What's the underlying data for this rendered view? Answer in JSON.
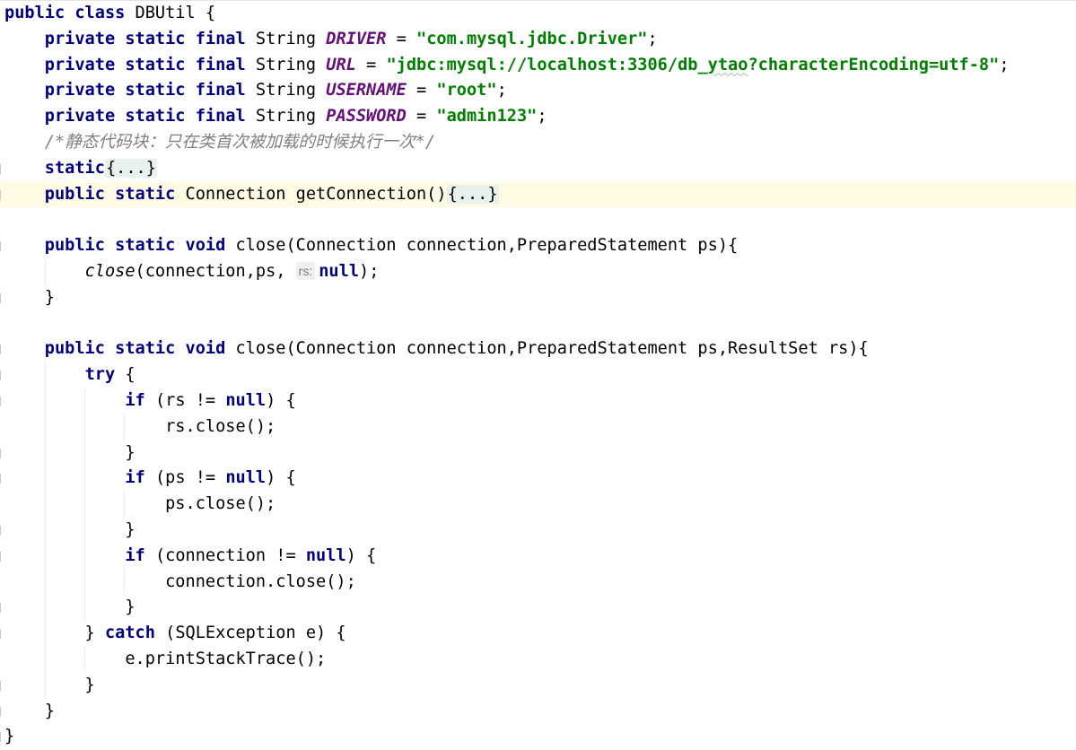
{
  "editor": {
    "lines": [
      {
        "segments": [
          {
            "t": "public class ",
            "c": "kw"
          },
          {
            "t": "DBUtil {",
            "c": ""
          }
        ]
      },
      {
        "segments": [
          {
            "t": "    ",
            "c": ""
          },
          {
            "t": "private static final ",
            "c": "kw"
          },
          {
            "t": "String ",
            "c": ""
          },
          {
            "t": "DRIVER",
            "c": "const"
          },
          {
            "t": " = ",
            "c": ""
          },
          {
            "t": "\"com.mysql.jdbc.Driver\"",
            "c": "str"
          },
          {
            "t": ";",
            "c": ""
          }
        ]
      },
      {
        "segments": [
          {
            "t": "    ",
            "c": ""
          },
          {
            "t": "private static final ",
            "c": "kw"
          },
          {
            "t": "String ",
            "c": ""
          },
          {
            "t": "URL",
            "c": "const"
          },
          {
            "t": " = ",
            "c": ""
          },
          {
            "t": "\"jdbc:mysql://localhost:3306/db_",
            "c": "str"
          },
          {
            "t": "ytao",
            "c": "str squiggle"
          },
          {
            "t": "?characterEncoding=utf-8\"",
            "c": "str"
          },
          {
            "t": ";",
            "c": ""
          }
        ]
      },
      {
        "segments": [
          {
            "t": "    ",
            "c": ""
          },
          {
            "t": "private static final ",
            "c": "kw"
          },
          {
            "t": "String ",
            "c": ""
          },
          {
            "t": "USERNAME",
            "c": "const"
          },
          {
            "t": " = ",
            "c": ""
          },
          {
            "t": "\"root\"",
            "c": "str"
          },
          {
            "t": ";",
            "c": ""
          }
        ]
      },
      {
        "segments": [
          {
            "t": "    ",
            "c": ""
          },
          {
            "t": "private static final ",
            "c": "kw"
          },
          {
            "t": "String ",
            "c": ""
          },
          {
            "t": "PASSWORD",
            "c": "const"
          },
          {
            "t": " = ",
            "c": ""
          },
          {
            "t": "\"admin123\"",
            "c": "str"
          },
          {
            "t": ";",
            "c": ""
          }
        ]
      },
      {
        "segments": [
          {
            "t": "    ",
            "c": ""
          },
          {
            "t": "/*静态代码块：只在类首次被加载的时候执行一次*/",
            "c": "comment"
          }
        ]
      },
      {
        "segments": [
          {
            "t": "    ",
            "c": ""
          },
          {
            "t": "static",
            "c": "kw"
          },
          {
            "t": "{...}",
            "c": "fold"
          }
        ],
        "mark": true
      },
      {
        "segments": [
          {
            "t": "    ",
            "c": ""
          },
          {
            "t": "public static ",
            "c": "kw"
          },
          {
            "t": "Connection getConnection()",
            "c": ""
          },
          {
            "t": "{...}",
            "c": "fold"
          }
        ],
        "mark": true,
        "current": true
      },
      {
        "segments": [
          {
            "t": "",
            "c": ""
          }
        ]
      },
      {
        "segments": [
          {
            "t": "    ",
            "c": ""
          },
          {
            "t": "public static void ",
            "c": "kw"
          },
          {
            "t": "close(Connection connection,PreparedStatement ps){",
            "c": ""
          }
        ],
        "mark": true
      },
      {
        "segments": [
          {
            "t": "        ",
            "c": ""
          },
          {
            "t": "close",
            "c": "static-call"
          },
          {
            "t": "(connection,ps, ",
            "c": ""
          },
          {
            "t": "rs:",
            "c": "hint"
          },
          {
            "t": "null",
            "c": "kw"
          },
          {
            "t": ");",
            "c": ""
          }
        ]
      },
      {
        "segments": [
          {
            "t": "    }",
            "c": ""
          }
        ],
        "mark": true
      },
      {
        "segments": [
          {
            "t": "",
            "c": ""
          }
        ]
      },
      {
        "segments": [
          {
            "t": "    ",
            "c": ""
          },
          {
            "t": "public static void ",
            "c": "kw"
          },
          {
            "t": "close(Connection connection,PreparedStatement ps,ResultSet rs){",
            "c": ""
          }
        ],
        "mark": true
      },
      {
        "segments": [
          {
            "t": "        ",
            "c": ""
          },
          {
            "t": "try ",
            "c": "kw"
          },
          {
            "t": "{",
            "c": ""
          }
        ],
        "mark": true
      },
      {
        "segments": [
          {
            "t": "            ",
            "c": ""
          },
          {
            "t": "if ",
            "c": "kw"
          },
          {
            "t": "(rs != ",
            "c": ""
          },
          {
            "t": "null",
            "c": "kw"
          },
          {
            "t": ") {",
            "c": ""
          }
        ],
        "mark": true
      },
      {
        "segments": [
          {
            "t": "                rs.close();",
            "c": ""
          }
        ]
      },
      {
        "segments": [
          {
            "t": "            }",
            "c": ""
          }
        ],
        "mark": true
      },
      {
        "segments": [
          {
            "t": "            ",
            "c": ""
          },
          {
            "t": "if ",
            "c": "kw"
          },
          {
            "t": "(ps != ",
            "c": ""
          },
          {
            "t": "null",
            "c": "kw"
          },
          {
            "t": ") {",
            "c": ""
          }
        ],
        "mark": true
      },
      {
        "segments": [
          {
            "t": "                ps.close();",
            "c": ""
          }
        ]
      },
      {
        "segments": [
          {
            "t": "            }",
            "c": ""
          }
        ],
        "mark": true
      },
      {
        "segments": [
          {
            "t": "            ",
            "c": ""
          },
          {
            "t": "if ",
            "c": "kw"
          },
          {
            "t": "(connection != ",
            "c": ""
          },
          {
            "t": "null",
            "c": "kw"
          },
          {
            "t": ") {",
            "c": ""
          }
        ],
        "mark": true
      },
      {
        "segments": [
          {
            "t": "                connection.close();",
            "c": ""
          }
        ]
      },
      {
        "segments": [
          {
            "t": "            }",
            "c": ""
          }
        ],
        "mark": true
      },
      {
        "segments": [
          {
            "t": "        } ",
            "c": ""
          },
          {
            "t": "catch ",
            "c": "kw"
          },
          {
            "t": "(SQLException e) {",
            "c": ""
          }
        ],
        "mark": true
      },
      {
        "segments": [
          {
            "t": "            e.printStackTrace();",
            "c": ""
          }
        ]
      },
      {
        "segments": [
          {
            "t": "        }",
            "c": ""
          }
        ],
        "mark": true
      },
      {
        "segments": [
          {
            "t": "    }",
            "c": ""
          }
        ],
        "mark": true
      },
      {
        "segments": [
          {
            "t": "}",
            "c": ""
          }
        ],
        "mark": true
      }
    ]
  }
}
